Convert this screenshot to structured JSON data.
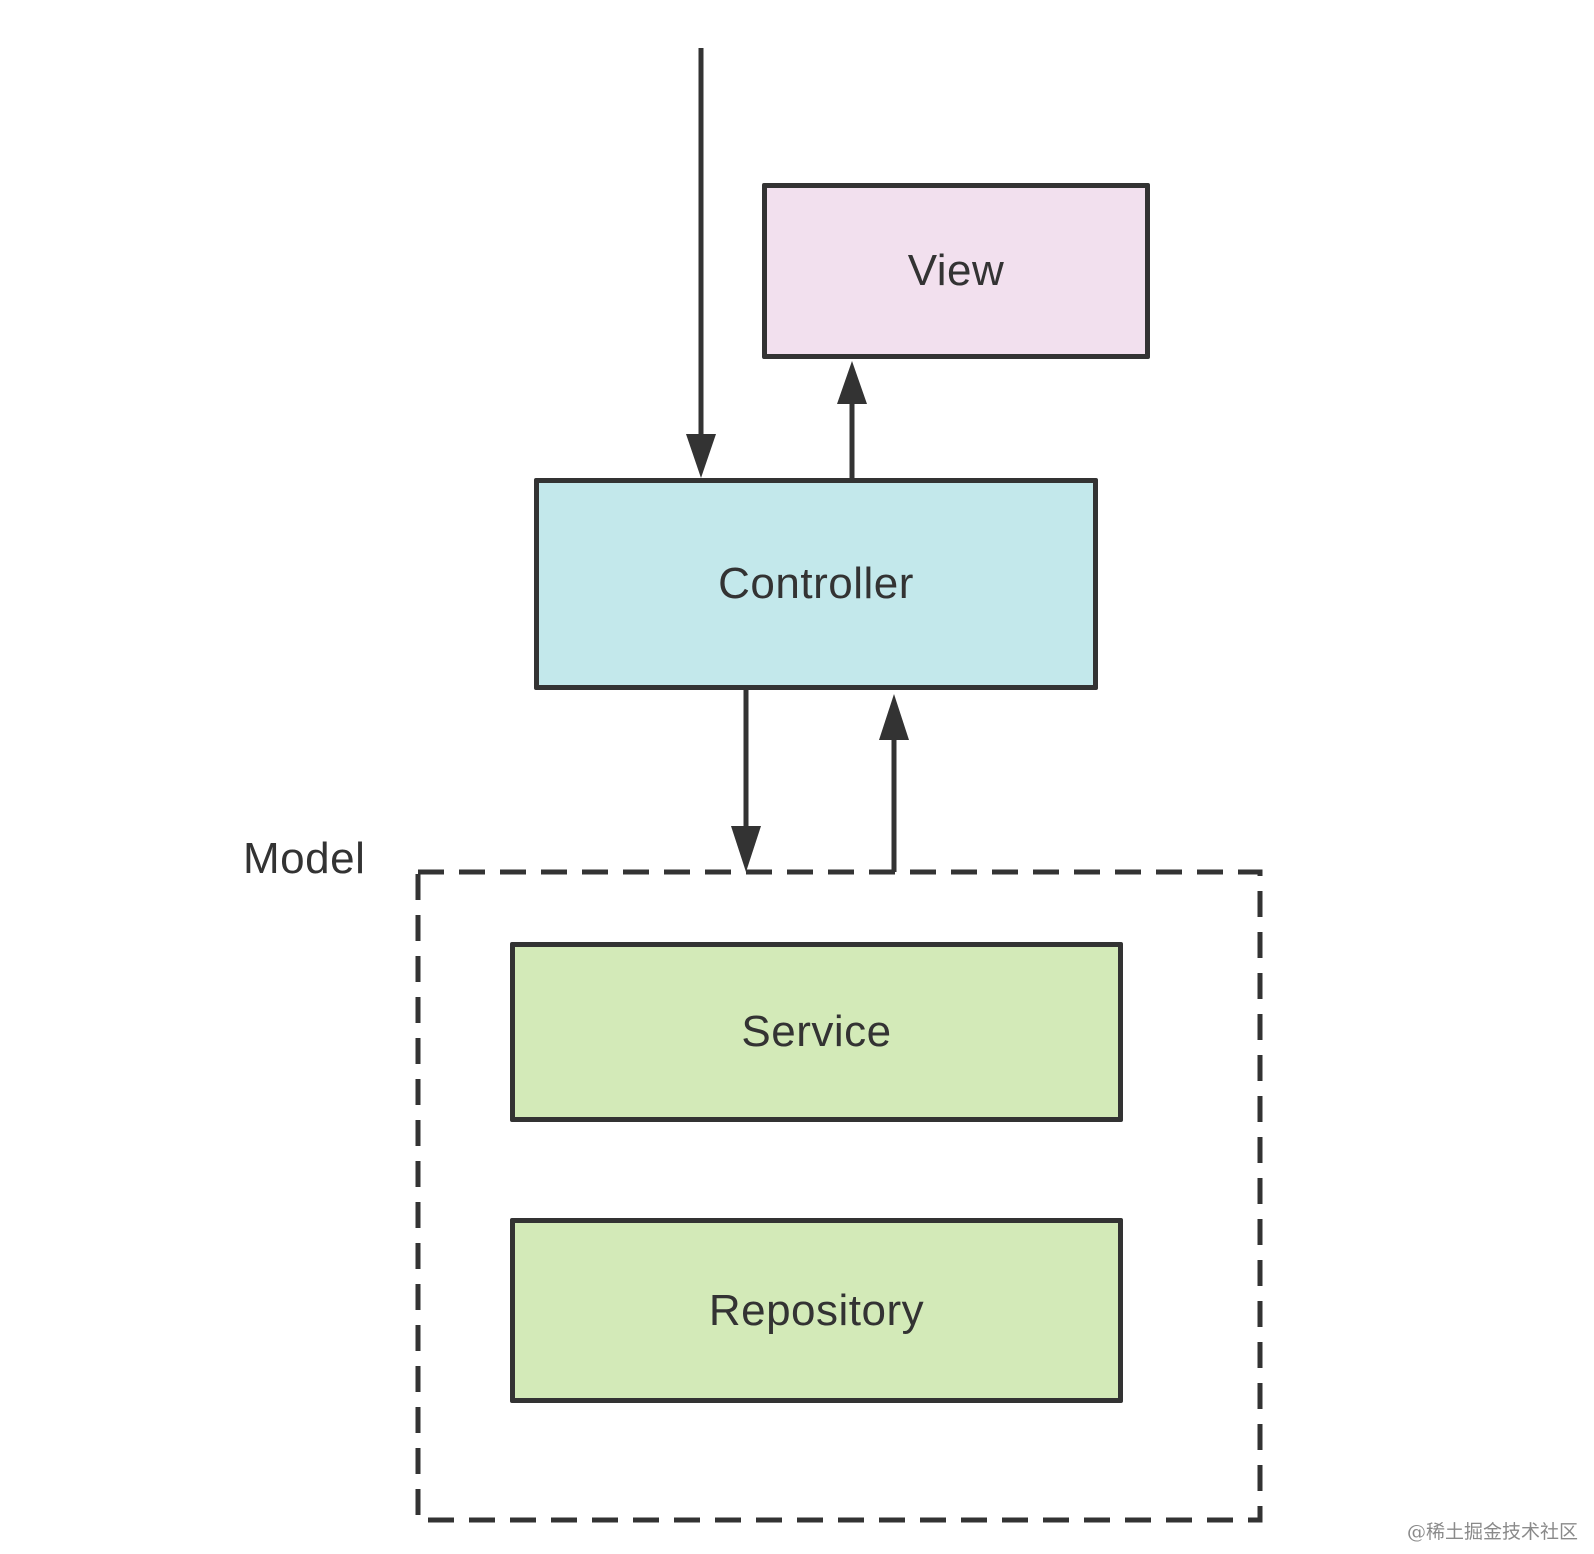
{
  "nodes": {
    "view": {
      "label": "View",
      "fill": "#f2e0ee"
    },
    "controller": {
      "label": "Controller",
      "fill": "#c3e8eb"
    },
    "service": {
      "label": "Service",
      "fill": "#d3eab8"
    },
    "repository": {
      "label": "Repository",
      "fill": "#d3eab8"
    }
  },
  "group": {
    "label": "Model",
    "style": "dashed"
  },
  "edges": [
    {
      "from": "external",
      "to": "controller"
    },
    {
      "from": "controller",
      "to": "view"
    },
    {
      "from": "controller",
      "to": "model"
    },
    {
      "from": "model",
      "to": "controller"
    }
  ],
  "watermark": "@稀土掘金技术社区",
  "colors": {
    "stroke": "#333333",
    "text": "#333333",
    "background": "#ffffff"
  }
}
